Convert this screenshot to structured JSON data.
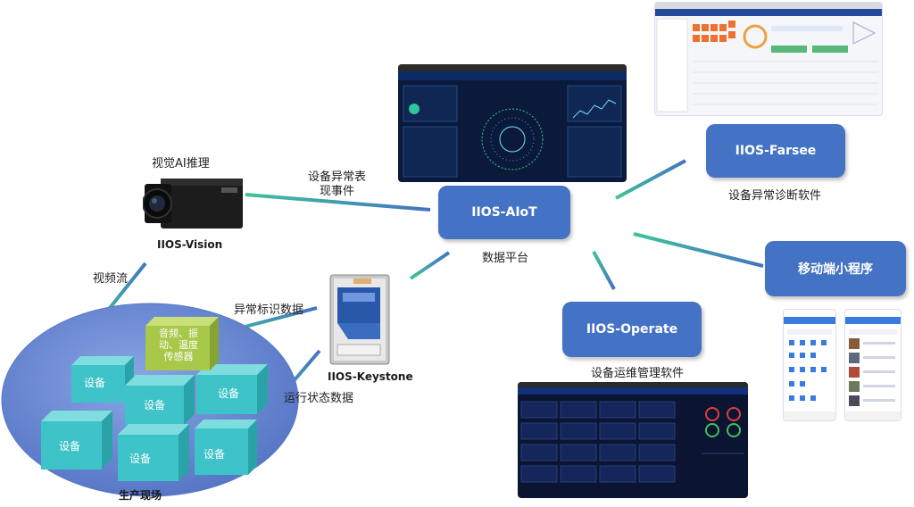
{
  "nodes": {
    "aiot": "IIOS-AIoT",
    "farsee": "IIOS-Farsee",
    "mobile": "移动端小程序",
    "operate": "IIOS-Operate"
  },
  "labels": {
    "vision_top": "视觉AI推理",
    "vision_name": "IIOS-Vision",
    "keystone_name": "IIOS-Keystone",
    "event_line1": "设备异常表",
    "event_line2": "现事件",
    "data_platform": "数据平台",
    "farsee_desc": "设备异常诊断软件",
    "operate_desc": "设备运维管理软件",
    "video_stream": "视频流",
    "abnormal_data": "异常标识数据",
    "running_data": "运行状态数据",
    "production_site": "生产现场"
  },
  "site": {
    "sensor_line1": "音频、振",
    "sensor_line2": "动、温度",
    "sensor_line3": "传感器",
    "device": "设备"
  },
  "colors": {
    "node_blue": "#4472c4",
    "connector_teal": "#3fb59a",
    "connector_blue": "#4472c4",
    "device_teal": "#3ec3c8",
    "sensor_green": "#a8c84a",
    "ellipse": "#6f8ed6"
  }
}
